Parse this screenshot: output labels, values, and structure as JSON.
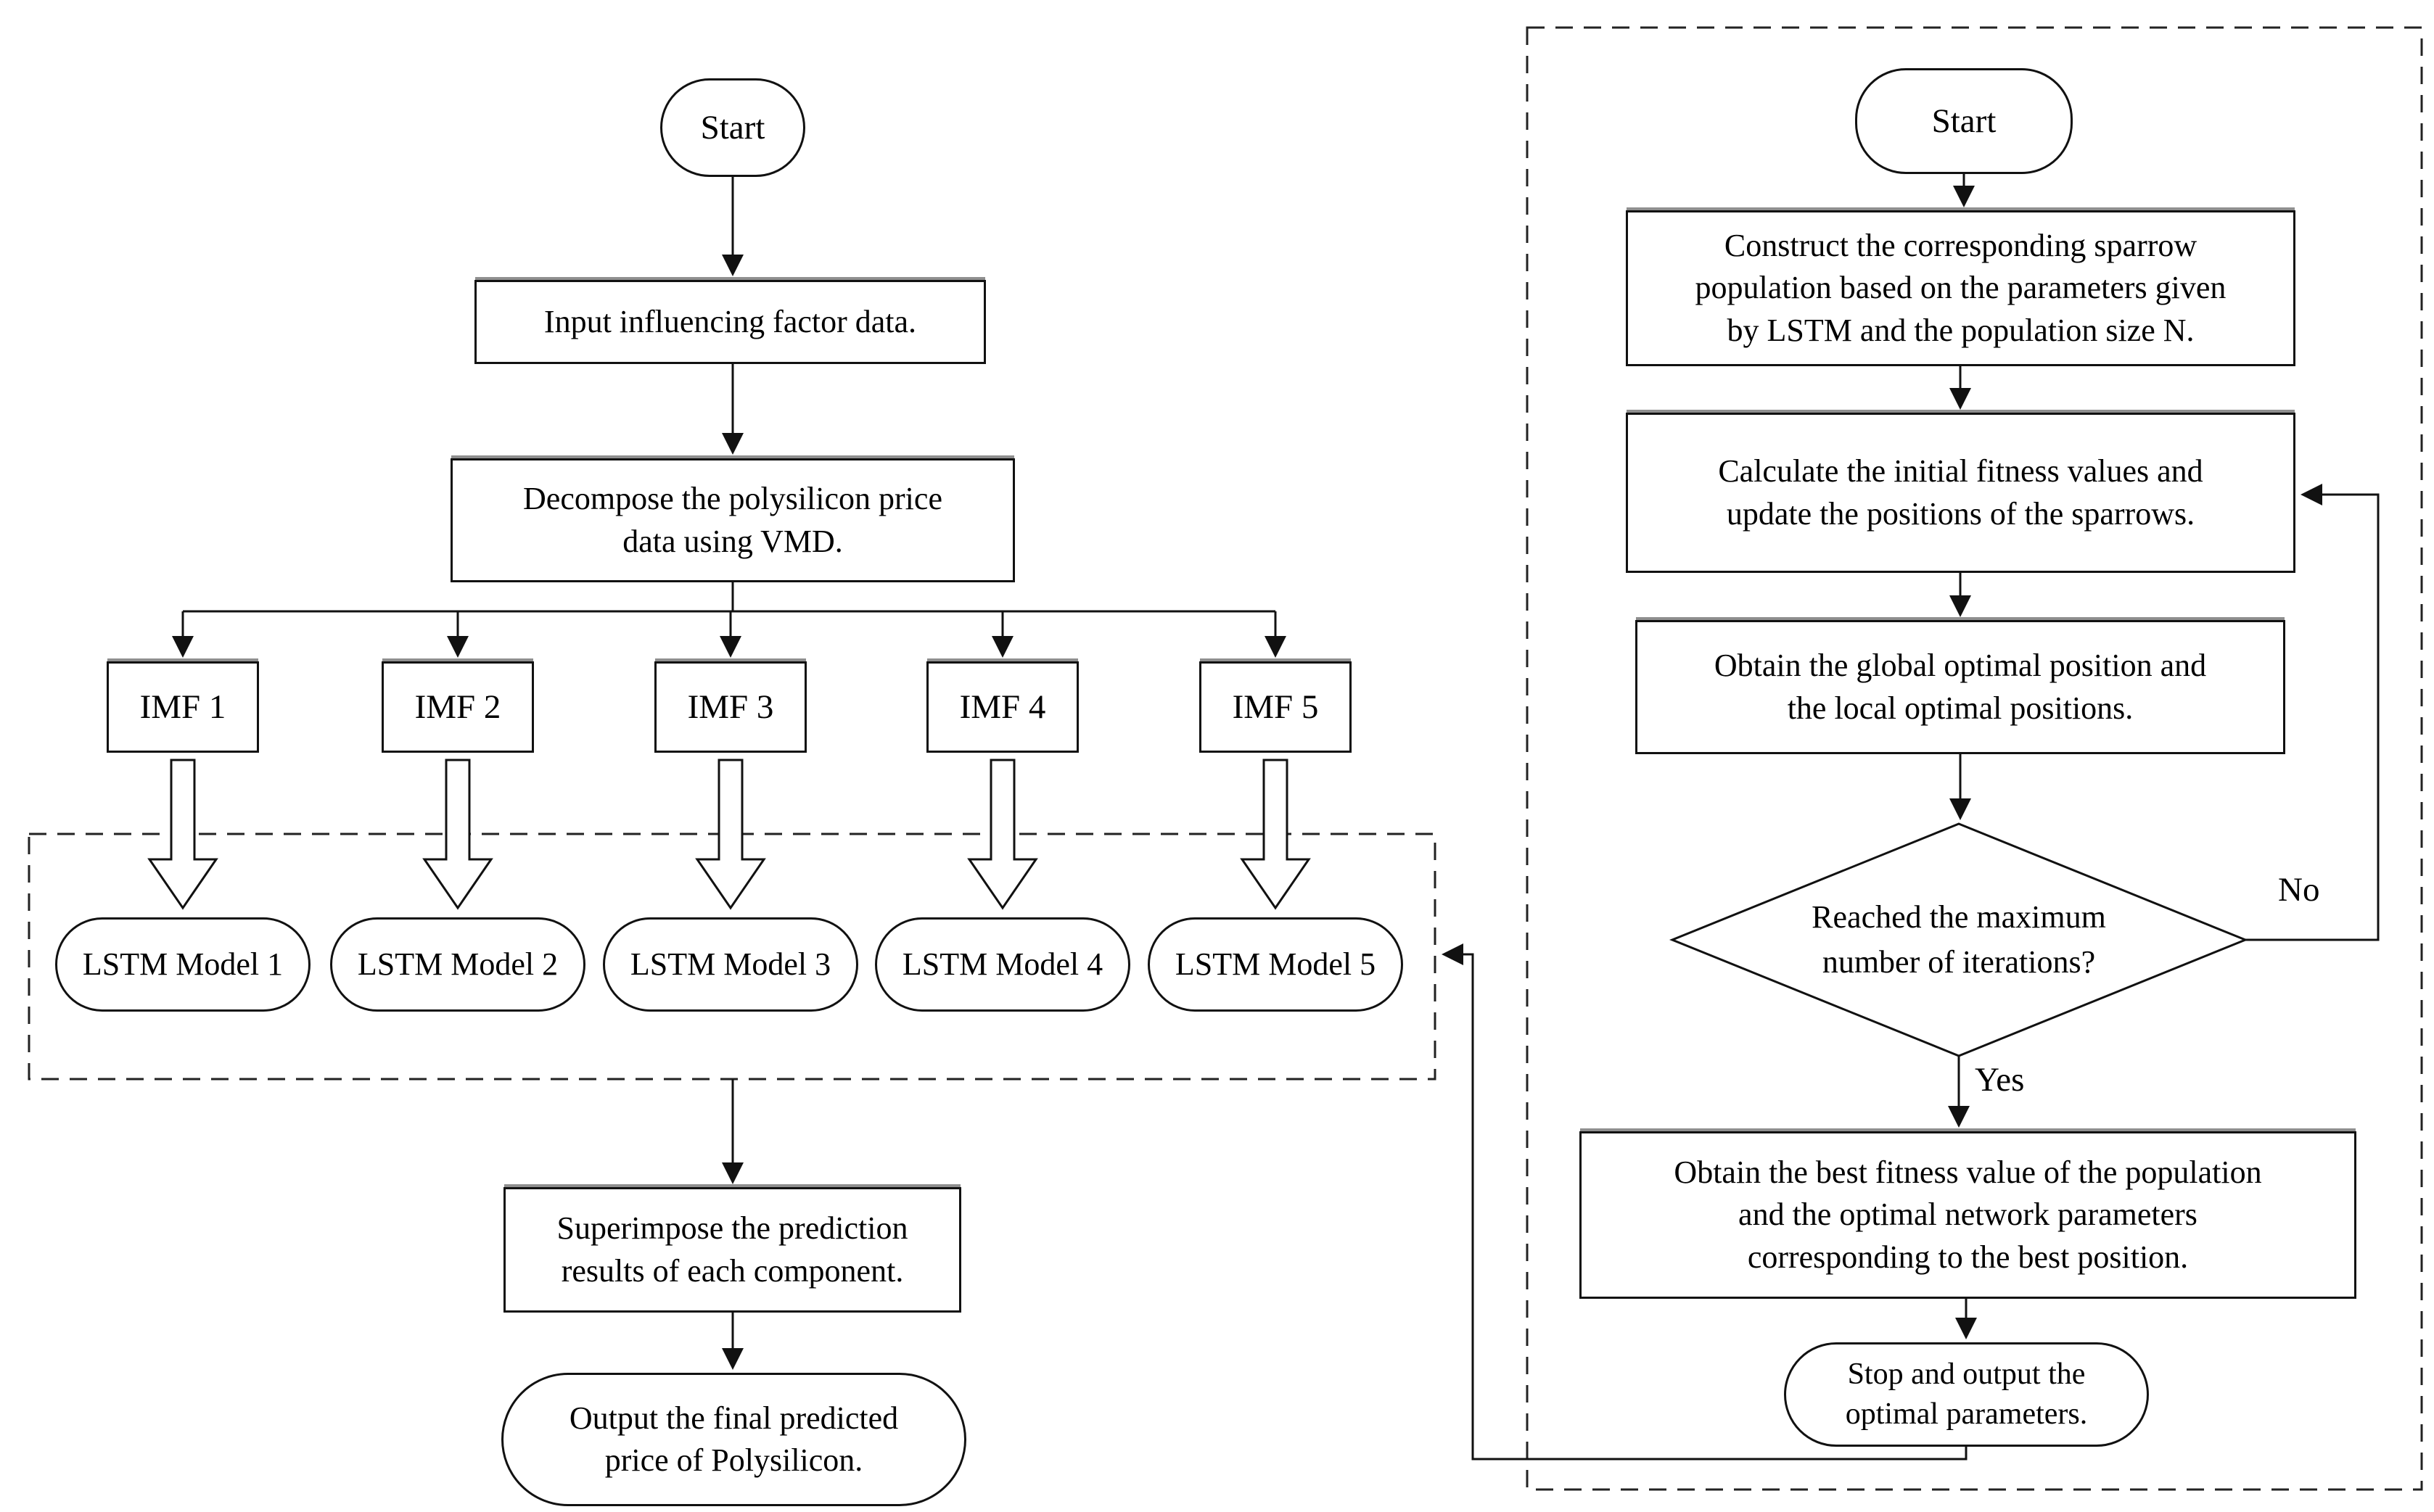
{
  "colors": {
    "stroke": "#111111",
    "background": "#ffffff",
    "text": "#000000"
  },
  "left_flow": {
    "start": "Start",
    "input": "Input influencing factor data.",
    "decompose": [
      "Decompose the polysilicon price",
      "data using VMD."
    ],
    "imfs": [
      "IMF 1",
      "IMF 2",
      "IMF 3",
      "IMF 4",
      "IMF 5"
    ],
    "lstm_models": [
      "LSTM Model 1",
      "LSTM Model 2",
      "LSTM Model 3",
      "LSTM Model 4",
      "LSTM Model 5"
    ],
    "superimpose": [
      "Superimpose the prediction",
      "results of each component."
    ],
    "output": [
      "Output the final predicted",
      "price of Polysilicon."
    ]
  },
  "right_flow": {
    "start": "Start",
    "construct": [
      "Construct the corresponding sparrow",
      "population based on the parameters given",
      "by LSTM and the population size N."
    ],
    "calculate": [
      "Calculate the initial fitness values and",
      "update the positions of the sparrows."
    ],
    "obtain_global": [
      "Obtain the global optimal position and",
      "the local optimal positions."
    ],
    "decision": [
      "Reached the maximum",
      "number of iterations?"
    ],
    "no_label": "No",
    "yes_label": "Yes",
    "obtain_best": [
      "Obtain the best fitness value of the population",
      "and the optimal network parameters",
      "corresponding to the best position."
    ],
    "stop": [
      "Stop and output the",
      "optimal parameters."
    ]
  }
}
